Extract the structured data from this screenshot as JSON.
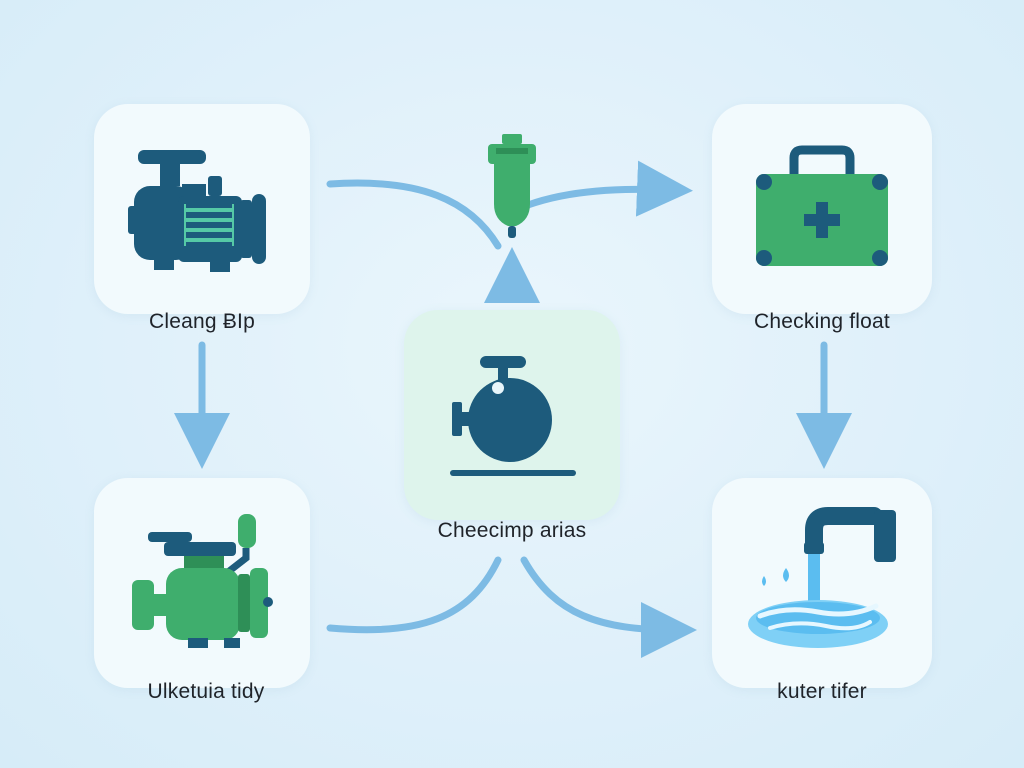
{
  "diagram": {
    "nodes": [
      {
        "id": "top-left",
        "label": "Cleang ɃIp",
        "icon": "centrifugal-pump-icon"
      },
      {
        "id": "top-right",
        "label": "Checking float",
        "icon": "toolbox-icon"
      },
      {
        "id": "center",
        "label": "Cheecimp arias",
        "icon": "valve-tank-icon"
      },
      {
        "id": "bottom-left",
        "label": "Ulketuia tidy",
        "icon": "motor-pump-icon"
      },
      {
        "id": "bottom-right",
        "label": "kuter tifer",
        "icon": "faucet-water-icon"
      },
      {
        "id": "filter",
        "label": "",
        "icon": "filter-cartridge-icon"
      }
    ],
    "colors": {
      "navy": "#1d5b7c",
      "green": "#3fae6d",
      "arrow": "#7dbbe4",
      "water": "#5bbdf0"
    }
  }
}
